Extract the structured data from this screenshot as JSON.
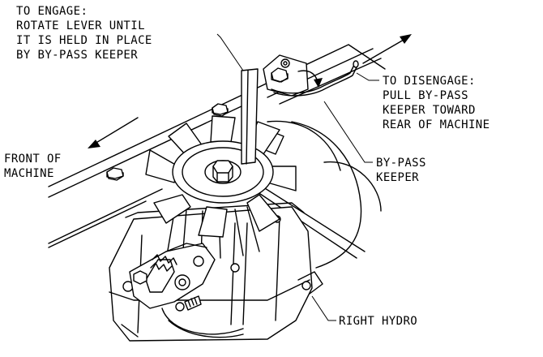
{
  "labels": {
    "engage": [
      "TO ENGAGE:",
      "ROTATE LEVER UNTIL",
      "IT IS HELD IN PLACE",
      "BY BY-PASS KEEPER"
    ],
    "disengage": [
      "TO DISENGAGE:",
      "PULL BY-PASS",
      "KEEPER TOWARD",
      "REAR OF MACHINE"
    ],
    "front": [
      "FRONT OF",
      "MACHINE"
    ],
    "bypass_keeper": [
      "BY-PASS",
      "KEEPER"
    ],
    "right_hydro": "RIGHT HYDRO"
  }
}
